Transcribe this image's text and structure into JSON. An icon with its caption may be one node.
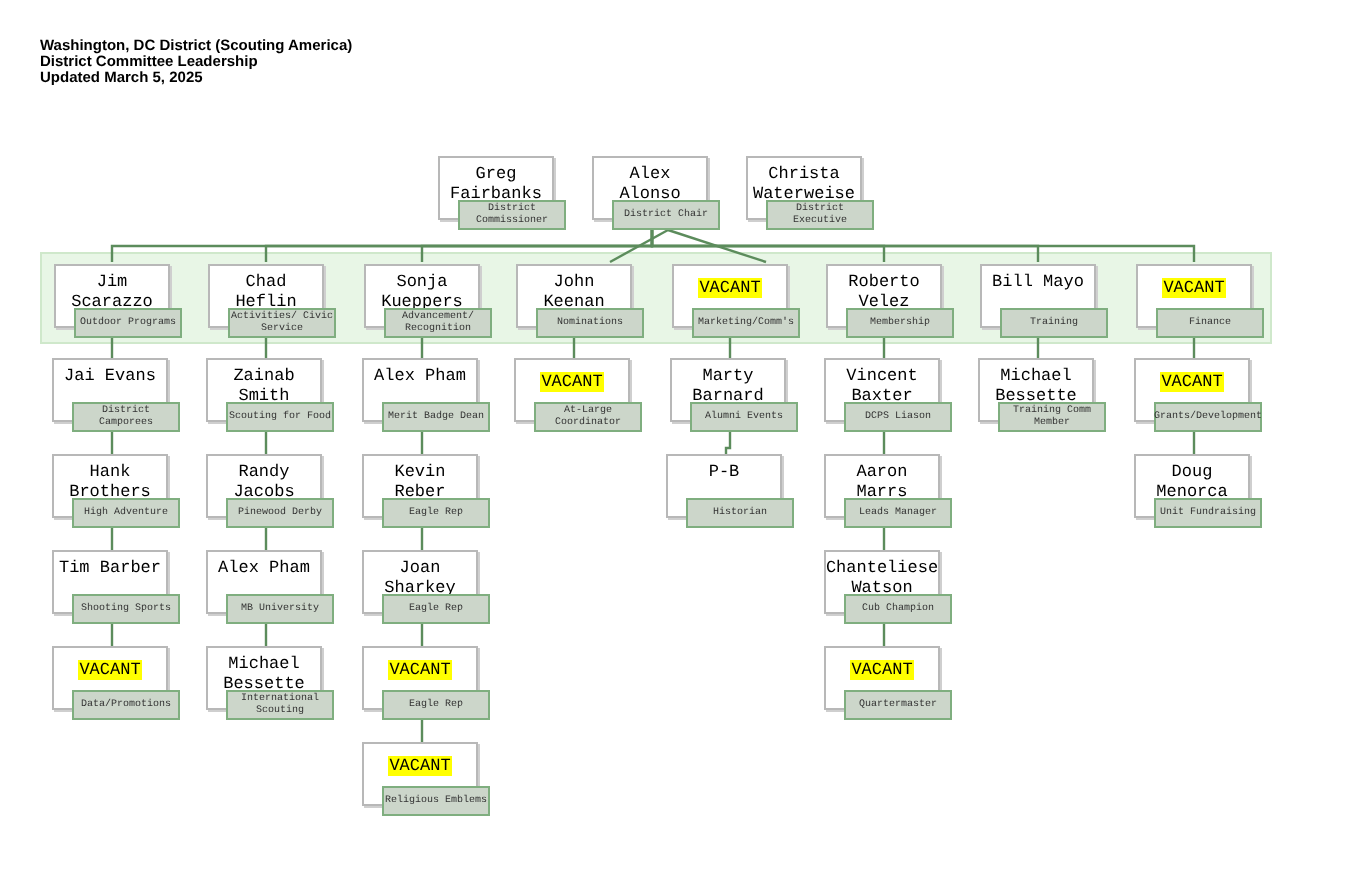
{
  "diagram": {
    "title": "Washington, DC District (Scouting America)",
    "labels": [
      "District Committee Leadership",
      "Updated March 5, 2025"
    ],
    "nodes": [
      {
        "text": [
          "Greg Fairbanks",
          "District Commissioner"
        ]
      },
      {
        "text": [
          "Alex Alonso",
          "District Chair"
        ]
      },
      {
        "text": [
          "Christa Waterweise",
          "District Executive"
        ]
      },
      {
        "text": [],
        "shape": "band"
      },
      {
        "text": [
          "Jim Scarazzo",
          "Outdoor Programs"
        ],
        "in": 3
      },
      {
        "text": [
          "Chad Heflin",
          "Activities/ Civic Service"
        ],
        "in": 3
      },
      {
        "text": [
          "Sonja Kueppers",
          "Advancement/ Recognition"
        ],
        "in": 3
      },
      {
        "text": [
          "John Keenan",
          "Nominations"
        ],
        "in": 3
      },
      {
        "text": [
          "VACANT",
          "Marketing/Comm's"
        ],
        "in": 3
      },
      {
        "text": [
          "Roberto Velez",
          "Membership"
        ],
        "in": 3
      },
      {
        "text": [
          "Bill Mayo",
          "Training"
        ],
        "in": 3
      },
      {
        "text": [
          "VACANT",
          "Finance"
        ],
        "in": 3
      },
      {
        "text": [
          "Jai Evans",
          "District Camporees"
        ]
      },
      {
        "text": [
          "Zainab Smith",
          "Scouting for Food"
        ]
      },
      {
        "text": [
          "Alex Pham",
          "Merit Badge Dean"
        ]
      },
      {
        "text": [
          "VACANT",
          "At-Large Coordinator"
        ]
      },
      {
        "text": [
          "Marty Barnard",
          "Alumni Events"
        ]
      },
      {
        "text": [
          "Vincent Baxter",
          "DCPS Liason"
        ]
      },
      {
        "text": [
          "Michael Bessette",
          "Training Comm Member"
        ]
      },
      {
        "text": [
          "VACANT",
          "Grants/Development"
        ]
      },
      {
        "text": [
          "Hank Brothers",
          "High Adventure"
        ]
      },
      {
        "text": [
          "Randy Jacobs",
          "Pinewood Derby"
        ]
      },
      {
        "text": [
          "Kevin Reber",
          "Eagle Rep"
        ]
      },
      {
        "text": [
          "P-B",
          "Historian"
        ]
      },
      {
        "text": [
          "Aaron Marrs",
          "Leads Manager"
        ]
      },
      {
        "text": [
          "Doug Menorca",
          "Unit Fundraising"
        ]
      },
      {
        "text": [
          "Tim Barber",
          "Shooting Sports"
        ]
      },
      {
        "text": [
          "Alex Pham",
          "MB University"
        ]
      },
      {
        "text": [
          "Joan Sharkey",
          "Eagle Rep"
        ]
      },
      {
        "text": [
          "Chanteliese Watson",
          "Cub Champion"
        ]
      },
      {
        "text": [
          "VACANT",
          "Data/Promotions"
        ]
      },
      {
        "text": [
          "Michael Bessette",
          "International Scouting"
        ]
      },
      {
        "text": [
          "VACANT",
          "Eagle Rep"
        ]
      },
      {
        "text": [
          "VACANT",
          "Quartermaster"
        ]
      },
      {
        "text": [
          "VACANT",
          "Religious Emblems"
        ]
      }
    ],
    "edges": [
      {
        "from": 1,
        "to": 4,
        "arrow": "none"
      },
      {
        "from": 1,
        "to": 5,
        "arrow": "none"
      },
      {
        "from": 1,
        "to": 6,
        "arrow": "none"
      },
      {
        "from": 1,
        "to": 7,
        "arrow": "none"
      },
      {
        "from": 1,
        "to": 8,
        "arrow": "none"
      },
      {
        "from": 1,
        "to": 9,
        "arrow": "none"
      },
      {
        "from": 1,
        "to": 10,
        "arrow": "none"
      },
      {
        "from": 1,
        "to": 11,
        "arrow": "none"
      },
      {
        "from": 4,
        "to": 12,
        "arrow": "none"
      },
      {
        "from": 12,
        "to": 20,
        "arrow": "none"
      },
      {
        "from": 20,
        "to": 26,
        "arrow": "none"
      },
      {
        "from": 26,
        "to": 30,
        "arrow": "none"
      },
      {
        "from": 5,
        "to": 13,
        "arrow": "none"
      },
      {
        "from": 13,
        "to": 21,
        "arrow": "none"
      },
      {
        "from": 21,
        "to": 27,
        "arrow": "none"
      },
      {
        "from": 27,
        "to": 31,
        "arrow": "none"
      },
      {
        "from": 6,
        "to": 14,
        "arrow": "none"
      },
      {
        "from": 14,
        "to": 22,
        "arrow": "none"
      },
      {
        "from": 22,
        "to": 28,
        "arrow": "none"
      },
      {
        "from": 28,
        "to": 32,
        "arrow": "none"
      },
      {
        "from": 32,
        "to": 34,
        "arrow": "none"
      },
      {
        "from": 7,
        "to": 15,
        "arrow": "none"
      },
      {
        "from": 8,
        "to": 16,
        "arrow": "none"
      },
      {
        "from": 16,
        "to": 23,
        "arrow": "none"
      },
      {
        "from": 9,
        "to": 17,
        "arrow": "none"
      },
      {
        "from": 17,
        "to": 24,
        "arrow": "none"
      },
      {
        "from": 24,
        "to": 29,
        "arrow": "none"
      },
      {
        "from": 29,
        "to": 33,
        "arrow": "none"
      },
      {
        "from": 10,
        "to": 18,
        "arrow": "none"
      },
      {
        "from": 11,
        "to": 19,
        "arrow": "none"
      },
      {
        "from": 19,
        "to": 25,
        "arrow": "none"
      }
    ]
  }
}
